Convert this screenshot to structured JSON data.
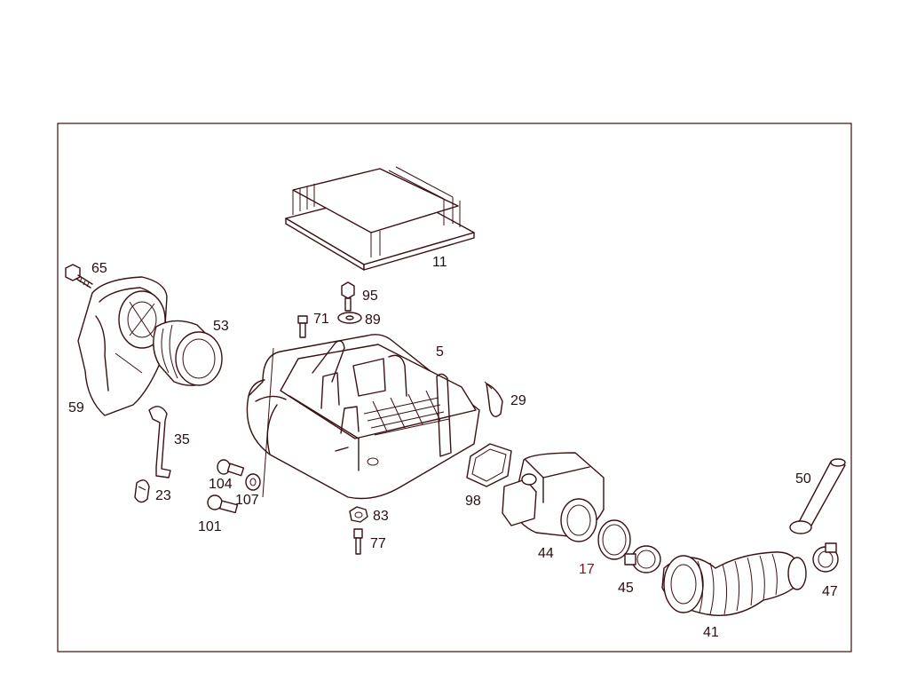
{
  "colors": {
    "ink": "#3a1012",
    "label": "#2a0e10",
    "highlight": "#7a1620"
  },
  "labels": {
    "p11": "11",
    "p65": "65",
    "p95": "95",
    "p71": "71",
    "p89": "89",
    "p53": "53",
    "p5": "5",
    "p59": "59",
    "p29": "29",
    "p35": "35",
    "p104": "104",
    "p107": "107",
    "p23": "23",
    "p101": "101",
    "p83": "83",
    "p77": "77",
    "p98": "98",
    "p44": "44",
    "p50": "50",
    "p17": "17",
    "p45": "45",
    "p47": "47",
    "p41": "41"
  }
}
